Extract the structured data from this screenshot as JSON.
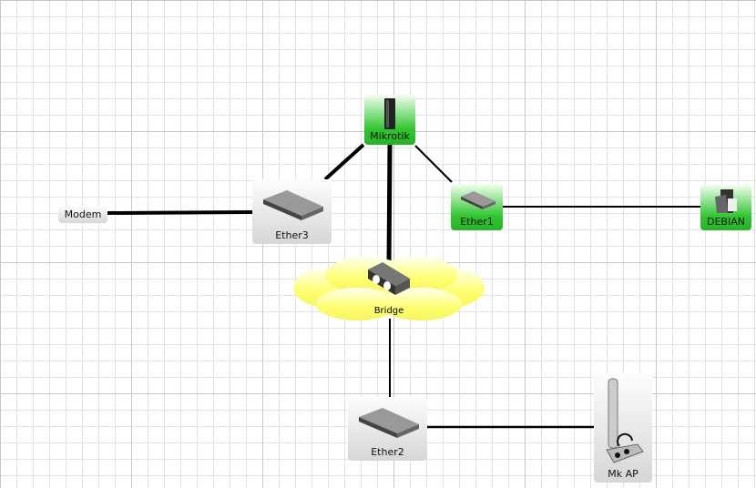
{
  "nodes": {
    "mikrotik": {
      "label": "Mikrotik",
      "status_color": "#2fc52f"
    },
    "ether3": {
      "label": "Ether3"
    },
    "ether1": {
      "label": "Ether1",
      "status_color": "#2fc52f"
    },
    "debian": {
      "label": "DEBIAN",
      "status_color": "#2fc52f"
    },
    "modem": {
      "label": "Modem"
    },
    "bridge": {
      "label": "Bridge"
    },
    "ether2": {
      "label": "Ether2"
    },
    "mkap": {
      "label": "Mk AP"
    }
  }
}
